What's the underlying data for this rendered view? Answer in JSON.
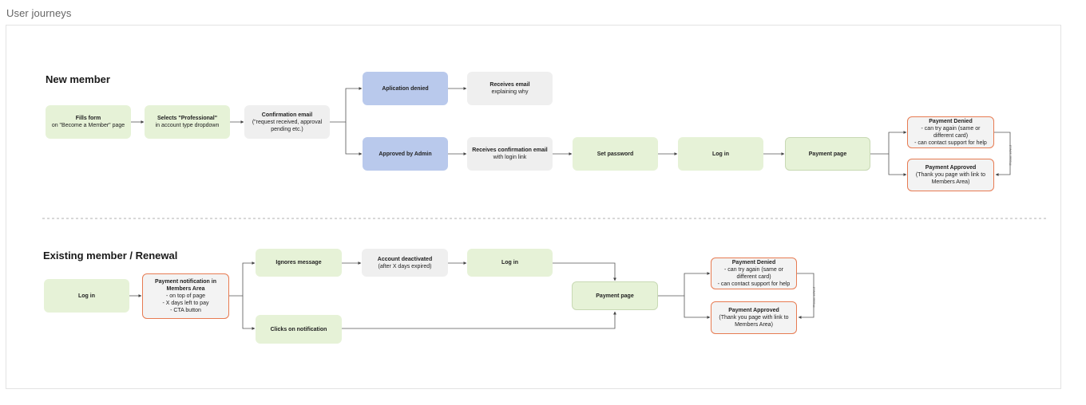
{
  "page_title": "User journeys",
  "new_member": {
    "title": "New member",
    "fills_form": {
      "title": "Fills form",
      "sub": "on \"Become a Member\" page"
    },
    "selects_professional": {
      "title": "Selects \"Professional\"",
      "sub": "in account type dropdown"
    },
    "confirmation_email": {
      "title": "Confirmation email",
      "sub": "(\"request received, approval pending etc.)"
    },
    "application_denied": {
      "title": "Aplication denied"
    },
    "receives_email": {
      "title": "Receives email",
      "sub": "explaining why"
    },
    "approved_by_admin": {
      "title": "Approved by Admin"
    },
    "receives_confirmation": {
      "title": "Receives confirmation email",
      "sub": "with login link"
    },
    "set_password": {
      "title": "Set password"
    },
    "log_in": {
      "title": "Log in"
    },
    "payment_page": {
      "title": "Payment page"
    },
    "payment_denied": {
      "title": "Payment Denied",
      "sub": "- can try again (same or different card)\n- can contact support for help"
    },
    "payment_approved": {
      "title": "Payment Approved",
      "sub": "(Thank you page with link to Members Area)"
    },
    "side_note": "If issue solved"
  },
  "existing_member": {
    "title": "Existing member / Renewal",
    "log_in": {
      "title": "Log in"
    },
    "payment_notification": {
      "title": "Payment notification in Members Area",
      "sub": "- on top of page\n- X days left to pay\n- CTA button"
    },
    "ignores_message": {
      "title": "Ignores message"
    },
    "account_deactivated": {
      "title": "Account deactivated",
      "sub": "(after X days expired)"
    },
    "log_in_2": {
      "title": "Log in"
    },
    "clicks_notification": {
      "title": "Clicks on notification"
    },
    "payment_page": {
      "title": "Payment page"
    },
    "payment_denied": {
      "title": "Payment Denied",
      "sub": "- can try again (same or different card)\n- can contact support for help"
    },
    "payment_approved": {
      "title": "Payment Approved",
      "sub": "(Thank you page with link to Members Area)"
    },
    "side_note": "If issue solved"
  }
}
